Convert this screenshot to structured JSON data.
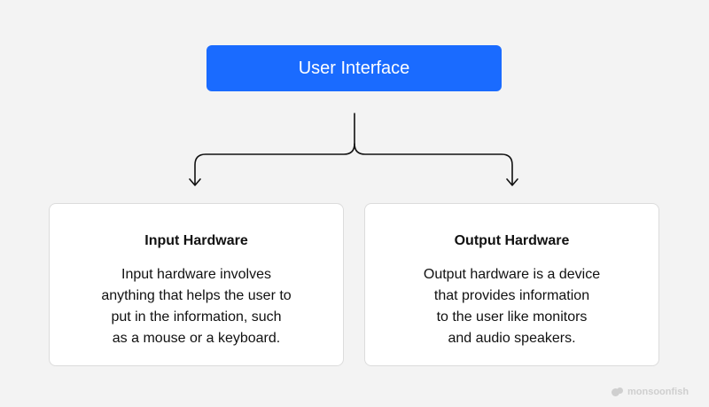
{
  "top": {
    "label": "User Interface"
  },
  "cards": [
    {
      "title": "Input Hardware",
      "lines": [
        "Input hardware involves",
        "anything that helps the user to",
        "put in the information, such",
        "as a mouse or a keyboard."
      ]
    },
    {
      "title": "Output Hardware",
      "lines": [
        "Output hardware is a device",
        "that provides information",
        "to the user like monitors",
        "and audio speakers."
      ]
    }
  ],
  "brand": {
    "name": "monsoonfish"
  },
  "colors": {
    "accent": "#1a6bff",
    "background": "#f3f3f3",
    "card": "#ffffff",
    "connector": "#111111"
  },
  "icons": {
    "left_arrow": "arrow-down-icon",
    "right_arrow": "arrow-down-icon",
    "logo": "monsoonfish-logo-icon"
  }
}
